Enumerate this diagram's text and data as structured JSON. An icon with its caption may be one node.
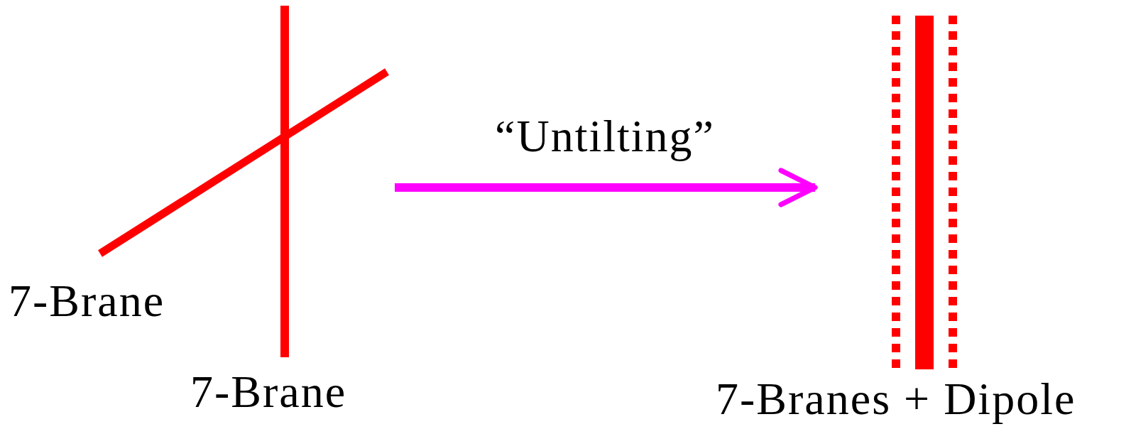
{
  "diagram": {
    "nodes": [
      {
        "text": [],
        "shape": "picture",
        "beside": [
          "7-Brane",
          "7-Brane"
        ]
      },
      {
        "text": [],
        "shape": "picture",
        "beside": [
          "7-Branes + Dipole"
        ]
      }
    ],
    "edges": [
      {
        "from": 0,
        "to": 1,
        "arrow": "to",
        "label": "“Untilting”",
        "color": "#ff00ff"
      }
    ]
  }
}
